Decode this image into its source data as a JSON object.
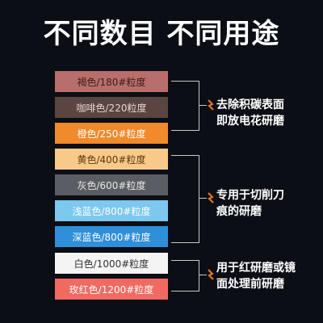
{
  "title": "不同数目 不同用途",
  "grits": [
    {
      "label": "褐色/180#粒度",
      "color": "#b86e6a",
      "text_color": "#3b1d1b"
    },
    {
      "label": "咖啡色/220粒度",
      "color": "#5a4540",
      "text_color": "#e0d6d2"
    },
    {
      "label": "橙色/250#粒度",
      "color": "#f08a2a",
      "text_color": "#ffffff"
    },
    {
      "label": "黄色/400#粒度",
      "color": "#f9c98a",
      "text_color": "#5a3a10"
    },
    {
      "label": "灰色/600#粒度",
      "color": "#5a5d63",
      "text_color": "#e8e8e8"
    },
    {
      "label": "浅蓝色/800#粒度",
      "color": "#7cc8ee",
      "text_color": "#ffffff"
    },
    {
      "label": "深蓝色/800#粒度",
      "color": "#2f8fd8",
      "text_color": "#ffffff"
    },
    {
      "label": "白色/1000#粒度",
      "color": "#f4f4f4",
      "text_color": "#333333"
    },
    {
      "label": "玫红色/1200#粒度",
      "color": "#f06a62",
      "text_color": "#ffffff"
    }
  ],
  "groups": [
    {
      "text": "去除积碳表面\n即放电花研磨"
    },
    {
      "text": "专用于切削刀\n痕的研磨"
    },
    {
      "text": "用于红研磨或镜\n面处理前研磨"
    }
  ],
  "colors": {
    "arrow": "#f07a20",
    "bracket": "#c8c8c8"
  }
}
